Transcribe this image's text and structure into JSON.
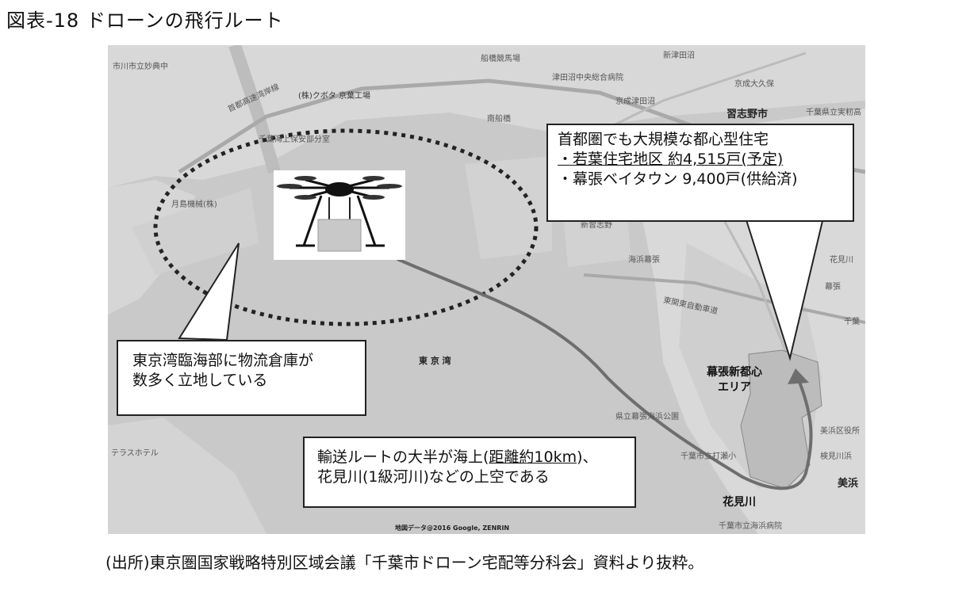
{
  "figure_title": "図表-18 ドローンの飛行ルート",
  "source_note": "(出所)東京圏国家戦略特別区域会議「千葉市ドローン宅配等分科会」資料より抜粋。",
  "map_credit": "地図データ@2016 Google, ZENRIN",
  "callouts": {
    "residential": {
      "title": "首都圏でも大規模な都心型住宅",
      "item1": "・若葉住宅地区 約4,515戸(予定)",
      "item2": "・幕張ベイタウン 9,400戸(供給済)"
    },
    "warehouse": {
      "line1": "東京湾臨海部に物流倉庫が",
      "line2": "数多く立地している"
    },
    "route": {
      "line1_a": "輸送ルートの大半が海上(",
      "line1_u": "距離約10km",
      "line1_b": ")、",
      "line2": "花見川(1級河川)などの上空である"
    }
  },
  "area_label": {
    "line1": "幕張新都心",
    "line2": "エリア"
  },
  "river_label": "花見川",
  "bay_label": "東 京 湾",
  "map_labels": {
    "l1": "市川市立妙典中",
    "l2": "船橋競馬場",
    "l3": "津田沼中央総合病院",
    "l4": "新津田沼",
    "l5": "京成大久保",
    "l6": "千葉県立実籾高",
    "l7": "(株)クボタ 京葉工場",
    "l8": "習志野市",
    "l9": "京成津田沼",
    "l10": "南船橋",
    "l11": "千葉海上保安部分室",
    "l12": "首都高速湾岸線",
    "l13": "月島機械(株)",
    "l14": "新習志野",
    "l15": "海浜幕張",
    "l16": "幕張",
    "l17": "花見川",
    "l18": "県立幕張海浜公園",
    "l19": "千葉市立打瀬小",
    "l20": "美浜区役所",
    "l21": "検見川浜",
    "l22": "美浜",
    "l23": "千葉市立海浜病院",
    "l24": "テラスホテル",
    "l25": "千葉",
    "l26": "東関東自動車道"
  }
}
